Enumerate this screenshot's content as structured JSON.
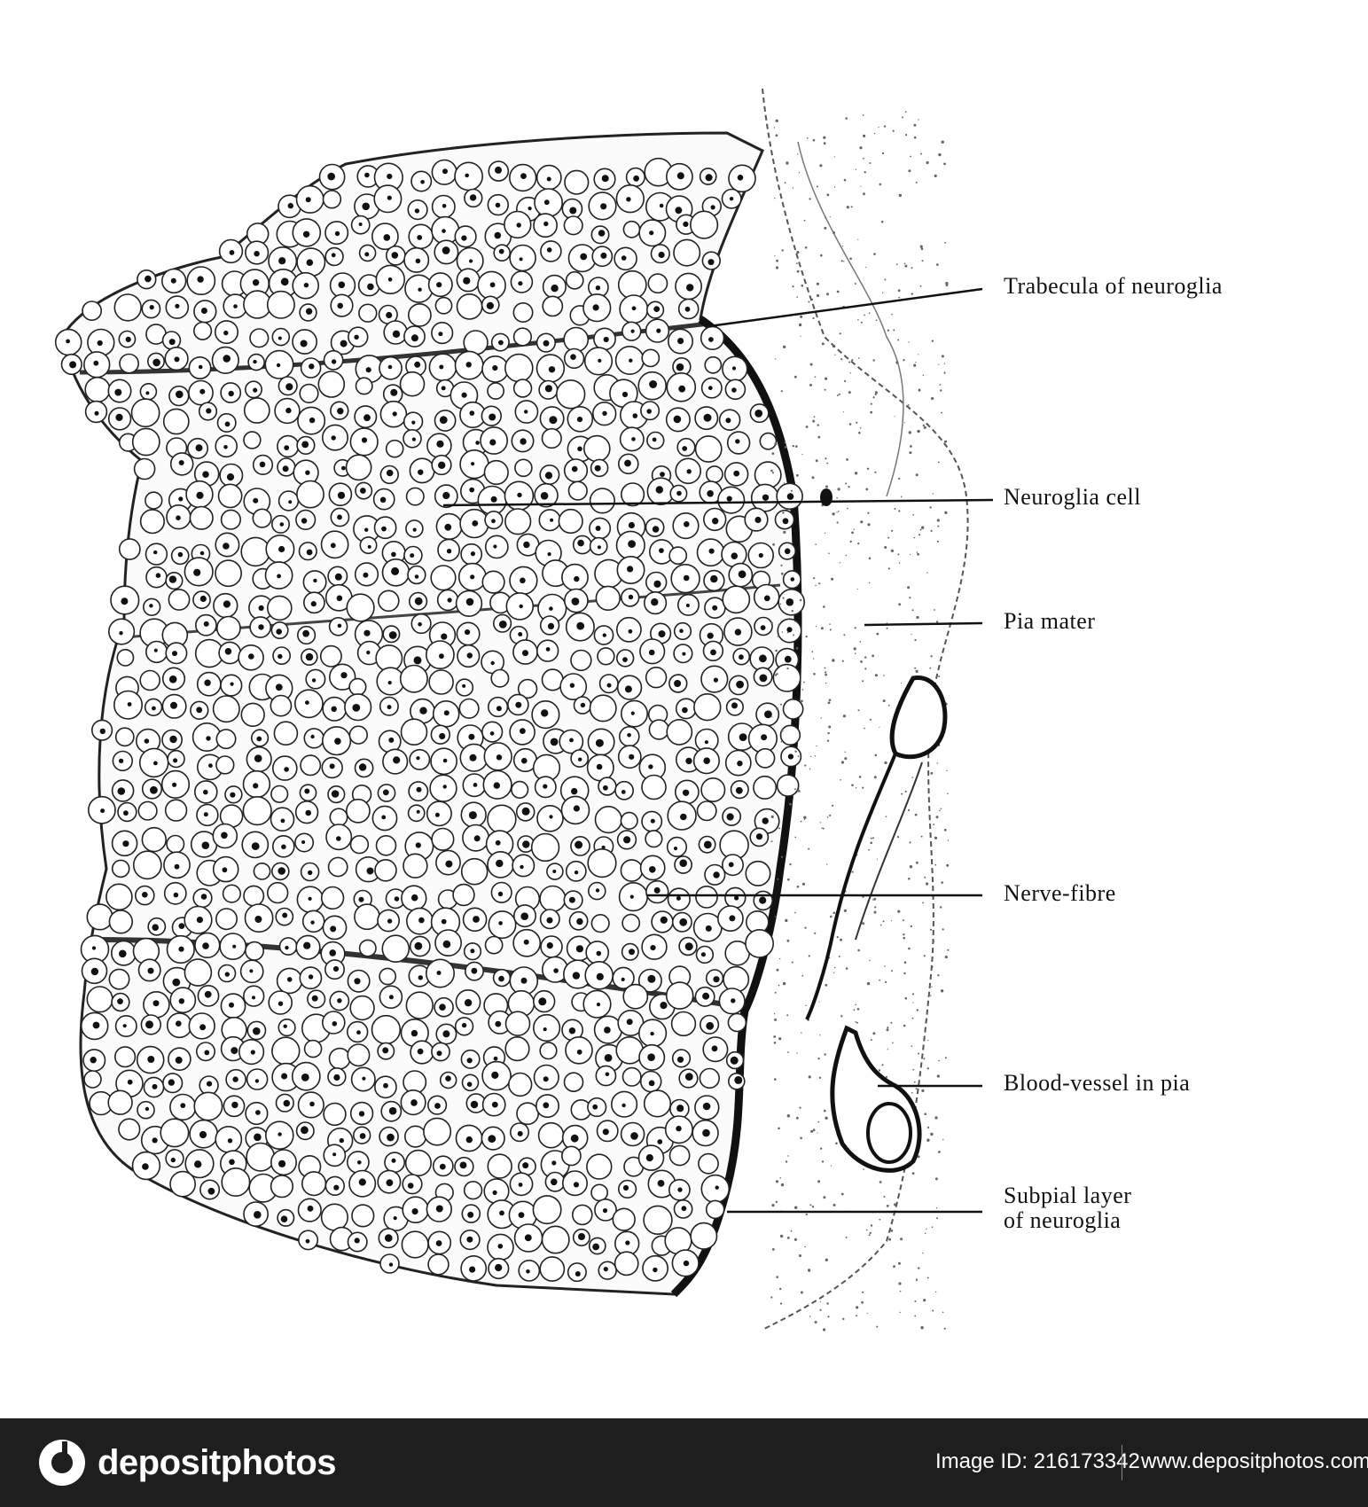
{
  "labels": {
    "trabecula": "Trabecula of neuroglia",
    "neuroglia_cell": "Neuroglia cell",
    "pia_mater": "Pia mater",
    "nerve_fibre": "Nerve-fibre",
    "blood_vessel": "Blood-vessel in pia",
    "subpial_line1": "Subpial layer",
    "subpial_line2": "of neuroglia"
  },
  "footer": {
    "brand": "depositphotos",
    "image_id": "Image ID: 216173342",
    "website": "www.depositphotos.com"
  },
  "colors": {
    "ink": "#111111",
    "footer_bg": "#1e1e1e"
  }
}
